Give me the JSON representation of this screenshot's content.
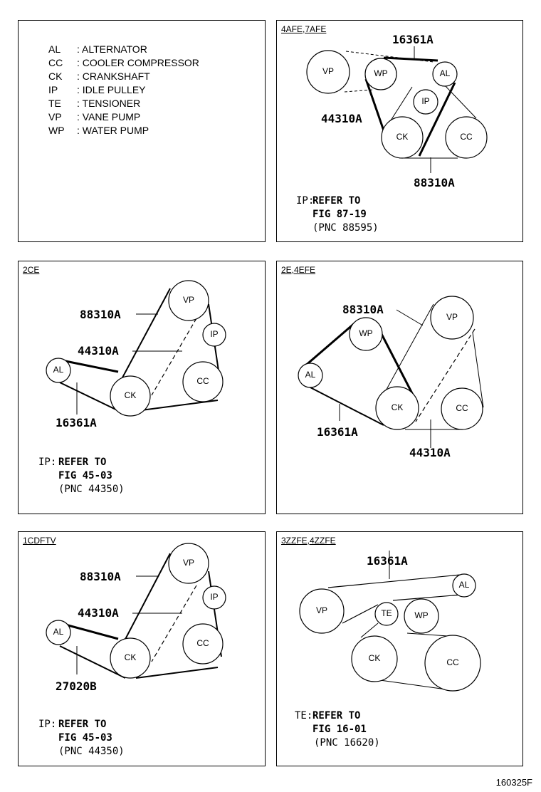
{
  "legend": [
    {
      "code": "AL",
      "name": "ALTERNATOR"
    },
    {
      "code": "CC",
      "name": "COOLER COMPRESSOR"
    },
    {
      "code": "CK",
      "name": "CRANKSHAFT"
    },
    {
      "code": "IP",
      "name": "IDLE PULLEY"
    },
    {
      "code": "TE",
      "name": "TENSIONER"
    },
    {
      "code": "VP",
      "name": "VANE PUMP"
    },
    {
      "code": "WP",
      "name": "WATER PUMP"
    }
  ],
  "panels": {
    "p1": {
      "title": "4AFE,7AFE",
      "pulleys": {
        "vp": "VP",
        "wp": "WP",
        "al": "AL",
        "ip": "IP",
        "ck": "CK",
        "cc": "CC"
      },
      "parts": [
        "16361A",
        "44310A",
        "88310A"
      ],
      "note": {
        "prefix": "IP:",
        "line1": "REFER TO",
        "line2": "FIG 87-19",
        "line3": "(PNC 88595)"
      }
    },
    "p2": {
      "title": "2CE",
      "pulleys": {
        "vp": "VP",
        "ip": "IP",
        "al": "AL",
        "cc": "CC",
        "ck": "CK"
      },
      "parts": [
        "88310A",
        "44310A",
        "16361A"
      ],
      "note": {
        "prefix": "IP:",
        "line1": "REFER TO",
        "line2": "FIG 45-03",
        "line3": "(PNC 44350)"
      }
    },
    "p3": {
      "title": "2E,4EFE",
      "pulleys": {
        "vp": "VP",
        "wp": "WP",
        "al": "AL",
        "ck": "CK",
        "cc": "CC"
      },
      "parts": [
        "88310A",
        "16361A",
        "44310A"
      ]
    },
    "p4": {
      "title": "1CDFTV",
      "pulleys": {
        "vp": "VP",
        "ip": "IP",
        "al": "AL",
        "cc": "CC",
        "ck": "CK"
      },
      "parts": [
        "88310A",
        "44310A",
        "27020B"
      ],
      "note": {
        "prefix": "IP:",
        "line1": "REFER TO",
        "line2": "FIG 45-03",
        "line3": "(PNC 44350)"
      }
    },
    "p5": {
      "title": "3ZZFE,4ZZFE",
      "pulleys": {
        "al": "AL",
        "vp": "VP",
        "te": "TE",
        "wp": "WP",
        "ck": "CK",
        "cc": "CC"
      },
      "parts": [
        "16361A"
      ],
      "note": {
        "prefix": "TE:",
        "line1": "REFER TO",
        "line2": "FIG 16-01",
        "line3": "(PNC 16620)"
      }
    }
  },
  "figure_code": "160325F"
}
